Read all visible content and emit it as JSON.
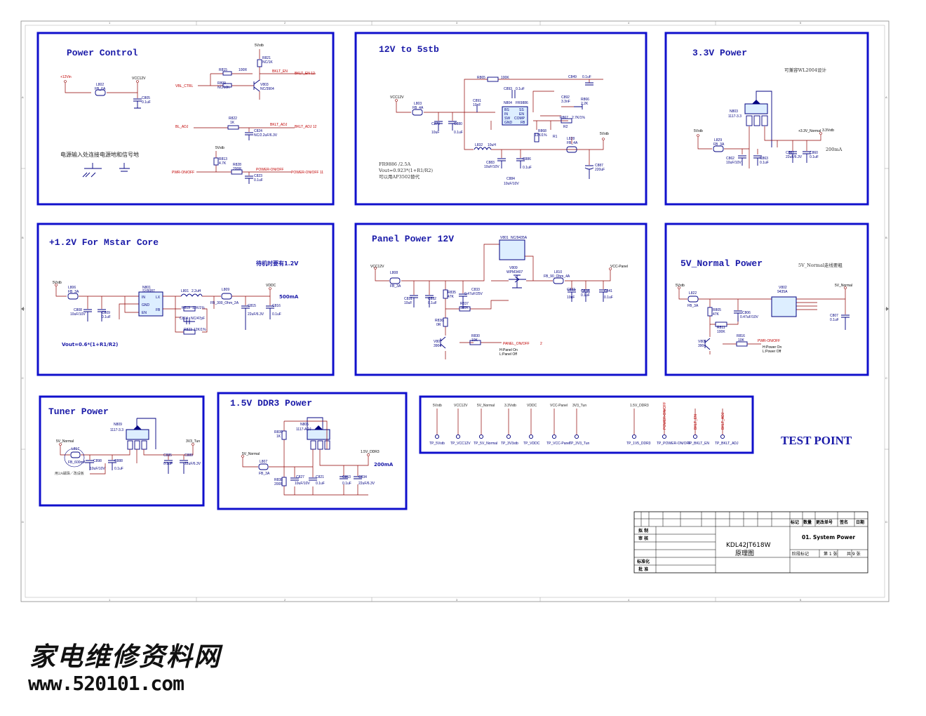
{
  "sections": {
    "power_control": {
      "title": "Power Control",
      "note": "电源输入处连接电源地和信号地",
      "labels": [
        "+12Vin",
        "L802",
        "FB_6A",
        "VCC12V",
        "C805",
        "0.1uF",
        "5Vstb",
        "R815",
        "100R",
        "R821",
        "NC/1K",
        "VBL_CTRL",
        "R809",
        "NC/10K",
        "V803",
        "NC/3904",
        "R822",
        "1K",
        "C824",
        "NC/2.2uF/6.3V",
        "R813",
        "4.7K",
        "R828",
        "200R",
        "C823",
        "0.1uF",
        "BL_ADJ",
        "PWR-ON/OFF"
      ],
      "nets": [
        "BKLT_EN",
        "BKLT_EN 12",
        "BKLT_ADJ",
        "BKLT_ADJ 12",
        "POWER-ON/OFF",
        "POWER-ON/OFF 11"
      ]
    },
    "stb12to5": {
      "title": "12V to 5stb",
      "notes": [
        "FR9886 /2.5A",
        "Vout=0.923*(1+R1/R2)",
        "可以用AP3502替代"
      ],
      "labels": [
        "VCC12V",
        "L803",
        "FB_4A",
        "C879",
        "10uF",
        "C880",
        "0.1uF",
        "R865",
        "100K",
        "C849",
        "0.1uF",
        "C893",
        "0.1uF",
        "C891",
        "10nF",
        "N804",
        "FR9886",
        "BS",
        "SS",
        "IN",
        "EN",
        "SW",
        "COMP",
        "GND",
        "FB",
        "C892",
        "3.3nF",
        "R866",
        "2.2K",
        "R867",
        "2.7K/1%",
        "R2",
        "R868",
        "12K/1%",
        "R1",
        "L828",
        "FB_4A",
        "5Vstb",
        "L832",
        "10uH",
        "C883",
        "10uF/10V",
        "C886",
        "0.1uF",
        "C884",
        "10uF/10V",
        "C887",
        "220uF"
      ]
    },
    "p33": {
      "title": "3.3V Power",
      "note": "可兼容WL2004设计",
      "current": "200mA",
      "labels": [
        "N803",
        "1117-3.3",
        "5Vstb",
        "L829",
        "FB_3A",
        "C862",
        "10uF/10V",
        "C863",
        "0.1uF",
        "+3.3V_Normal",
        "3.3Vstb",
        "C861",
        "22uF/6.3V",
        "C860",
        "0.1uF"
      ]
    },
    "p12": {
      "title": "+1.2V For Mstar Core",
      "note": "待机时要有1.2V",
      "formula": "Vout=0.6*(1+R1/R2)",
      "current": "500mA",
      "labels": [
        "5Vstb",
        "L806",
        "FB_3A",
        "C808",
        "10uF/10V",
        "C809",
        "0.1uF",
        "N801",
        "SY8087",
        "IN",
        "GND",
        "EN",
        "LX",
        "FB",
        "L801",
        "2.2uH",
        "L809",
        "FB_300_Ohm_2A",
        "R819",
        "12K/1%",
        "C814",
        "NC/47pF",
        "R823",
        "12K/1%",
        "VDDC",
        "C815",
        "22uF/6.3V",
        "C816",
        "0.1uF"
      ]
    },
    "panel": {
      "title": "Panel Power 12V",
      "labels": [
        "VCC12V",
        "L808",
        "FB_3A",
        "C831",
        "10uF",
        "C832",
        "0.1uF",
        "R835",
        "47K",
        "C833",
        "0.47uF/25V",
        "R837",
        "100K",
        "R836",
        "0R",
        "V807",
        "3904",
        "R830",
        "10K",
        "V801",
        "NC/9435A",
        "V809",
        "WPM3407",
        "L810",
        "FB_90_Ohm_4A",
        "C833",
        "10uF",
        "C818",
        "0.1uF",
        "C841",
        "0.1uF",
        "VCC-Panel",
        "H:Panel On",
        "L:Panel Off"
      ],
      "nets": [
        "PANEL_ON/OFF",
        "PANEL_ON/OFF 2"
      ]
    },
    "p5v": {
      "title": "5V_Normal Power",
      "note": "5V_Normal走线要粗",
      "labels": [
        "5Vstb",
        "L822",
        "FB_3A",
        "V802",
        "9435A",
        "5V_Normal",
        "R805",
        "47K",
        "C806",
        "0.47uF/10V",
        "R811",
        "100K",
        "V805",
        "3904",
        "R816",
        "10K",
        "C807",
        "0.1uF",
        "H:Power On",
        "L:Power Off"
      ],
      "nets": [
        "PWR-ON/OFF"
      ]
    },
    "tuner": {
      "title": "Tuner Power",
      "note": "用2A磁珠／改设板",
      "labels": [
        "N809",
        "1117-3.3",
        "5V_Normal",
        "L817",
        "FB_600mA",
        "C898",
        "10uF/10V",
        "C888",
        "0.1uF",
        "C885",
        "0.1uF",
        "C889",
        "22uF/6.3V",
        "3V3_Tun"
      ]
    },
    "ddr": {
      "title": "1.5V DDR3 Power",
      "current": "200mA",
      "labels": [
        "R839",
        "1K",
        "N805",
        "1117-ADJ",
        "5V_Normal",
        "L807",
        "FB_3A",
        "R838",
        "200R",
        "C827",
        "10uF/10V",
        "C821",
        "0.1uF",
        "C853",
        "0.1uF",
        "C834",
        "22uF/6.3V",
        "1.5V_DDR3"
      ]
    },
    "testpoint": {
      "title": "TEST POINT",
      "items": [
        {
          "net": "5Vstb",
          "label": "TP_5Vstb",
          "red": false
        },
        {
          "net": "VCC12V",
          "label": "TP_VCC12V",
          "red": false
        },
        {
          "net": "5V_Normal",
          "label": "TP_5V_Normal",
          "red": false
        },
        {
          "net": "3.3Vstb",
          "label": "TP_3V3stb",
          "red": false
        },
        {
          "net": "VDDC",
          "label": "TP_VDDC",
          "red": false
        },
        {
          "net": "VCC-Panel",
          "label": "TP_VCC-Panel",
          "red": false
        },
        {
          "net": "3V3_Tun",
          "label": "TP_3V3_Tun",
          "red": false
        },
        {
          "net": "1.5V_DDR3",
          "label": "TP_1V5_DDR3",
          "red": false
        },
        {
          "net": "POWER-ON/OFF",
          "label": "TP_POWER-ON/OFF",
          "red": true
        },
        {
          "net": "BKLT_EN",
          "label": "TP_BKLT_EN",
          "red": true
        },
        {
          "net": "BKLT_ADJ",
          "label": "TP_BKLT_ADJ",
          "red": true
        }
      ]
    }
  },
  "title_block": {
    "header": [
      "标记",
      "数量",
      "更改单号",
      "签名",
      "日期"
    ],
    "rows": [
      "拟 制",
      "审 核",
      "标准化",
      "批 准"
    ],
    "model": "KDL42JT618W",
    "doc": "原理图",
    "sheet_title": "01. System Power",
    "stage": "阶段标记",
    "page_info": [
      "第 1 张",
      "共 9 张"
    ]
  },
  "watermark": {
    "cn": "家电维修资料网",
    "url": "www.520101.com"
  },
  "colors": {
    "box": "#1010cc",
    "title": "#1a1aa8",
    "wire": "#900000",
    "component": "#000080",
    "net": "#c00000"
  }
}
